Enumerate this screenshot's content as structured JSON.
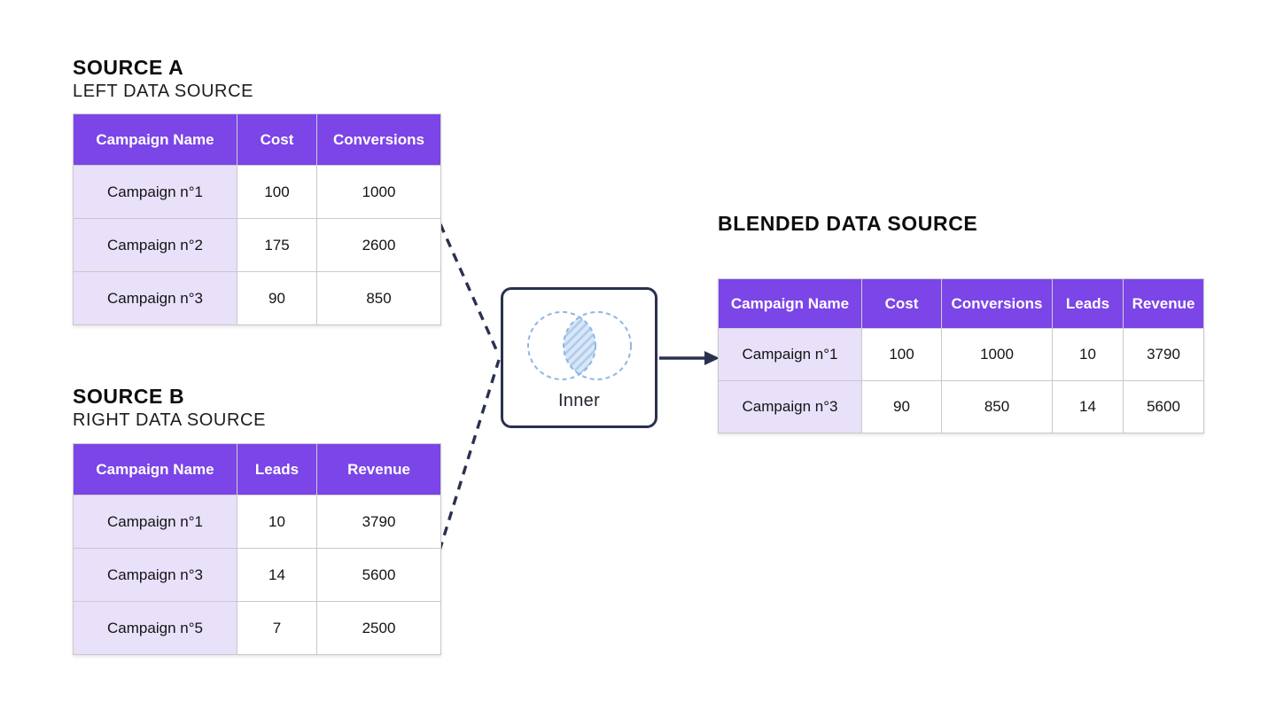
{
  "colors": {
    "purple": "#7B45E7",
    "purple-light": "#E9E0FA",
    "navy": "#2A3150",
    "table-border": "#C9C9C9",
    "venn-stroke": "#90B6E2",
    "venn-fill": "#D9E7F8",
    "venn-hatch": "#AECBEC",
    "text": "#111111"
  },
  "source_a": {
    "title": "SOURCE A",
    "subtitle": "LEFT DATA SOURCE",
    "columns": [
      "Campaign Name",
      "Cost",
      "Conversions"
    ],
    "rows": [
      [
        "Campaign n°1",
        "100",
        "1000"
      ],
      [
        "Campaign n°2",
        "175",
        "2600"
      ],
      [
        "Campaign n°3",
        "90",
        "850"
      ]
    ]
  },
  "source_b": {
    "title": "SOURCE B",
    "subtitle": "RIGHT DATA SOURCE",
    "columns": [
      "Campaign Name",
      "Leads",
      "Revenue"
    ],
    "rows": [
      [
        "Campaign n°1",
        "10",
        "3790"
      ],
      [
        "Campaign n°3",
        "14",
        "5600"
      ],
      [
        "Campaign n°5",
        "7",
        "2500"
      ]
    ]
  },
  "join": {
    "type_label": "Inner",
    "venn_icon": "inner-join-venn-icon"
  },
  "blended": {
    "title": "BLENDED DATA SOURCE",
    "columns": [
      "Campaign Name",
      "Cost",
      "Conversions",
      "Leads",
      "Revenue"
    ],
    "rows": [
      [
        "Campaign n°1",
        "100",
        "1000",
        "10",
        "3790"
      ],
      [
        "Campaign n°3",
        "90",
        "850",
        "14",
        "5600"
      ]
    ]
  }
}
